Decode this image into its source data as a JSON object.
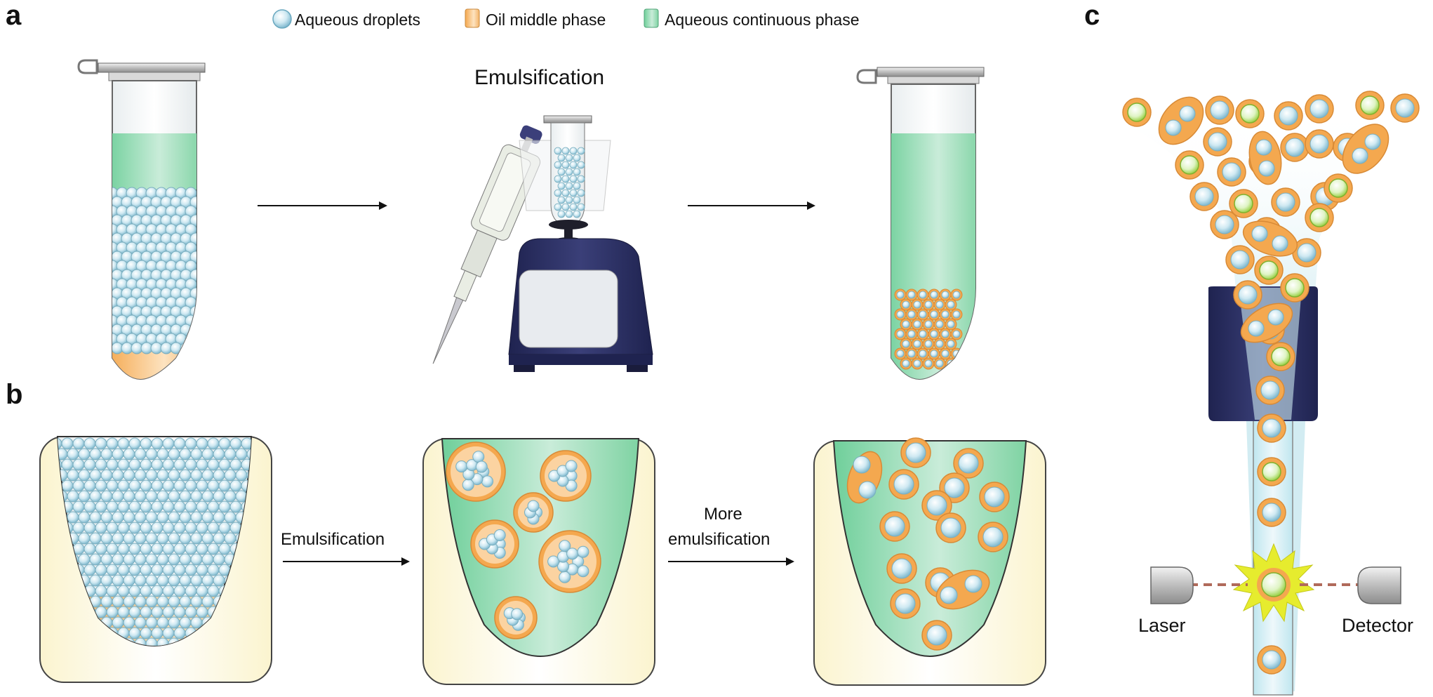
{
  "panels": {
    "a": "a",
    "b": "b",
    "c": "c"
  },
  "legend": {
    "aqueous_droplets": "Aqueous droplets",
    "oil_middle_phase": "Oil middle phase",
    "aqueous_continuous_phase": "Aqueous continuous phase"
  },
  "panel_a": {
    "title": "Emulsification"
  },
  "panel_b": {
    "step1": "Emulsification",
    "step2_line1": "More",
    "step2_line2": "emulsification"
  },
  "panel_c": {
    "laser": "Laser",
    "detector": "Detector"
  },
  "colors": {
    "aqueous_green": "#6fcf9a",
    "oil_orange": "#f4a84f",
    "droplet_blue": "#a9d9ea",
    "positive_green": "#9bd24a",
    "instrument_navy": "#2b2f5e",
    "flash_yellow": "#e6ec2e"
  }
}
